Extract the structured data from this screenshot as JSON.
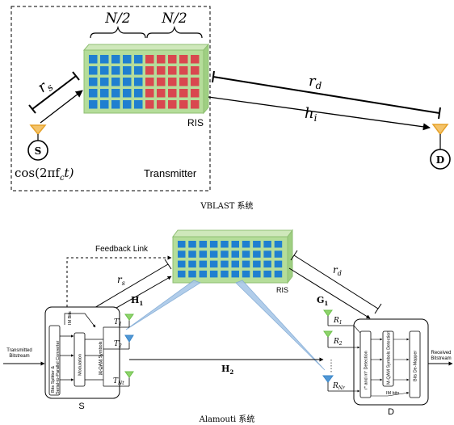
{
  "top_diagram": {
    "label_half_left": "N/2",
    "label_half_right": "N/2",
    "label_rs": "r",
    "label_rs_sub": "s",
    "label_rd": "r",
    "label_rd_sub": "d",
    "label_hi": "h",
    "label_hi_sub": "i",
    "label_ris": "RIS",
    "label_source": "S",
    "label_dest": "D",
    "label_carrier": "cos(2πf",
    "label_carrier_sub": "c",
    "label_carrier_end": "t)",
    "label_transmitter": "Transmitter",
    "caption": "VBLAST 系统"
  },
  "bottom_diagram": {
    "label_feedback": "Feedback Link",
    "label_rs": "r",
    "label_rs_sub": "s",
    "label_rd": "r",
    "label_rd_sub": "d",
    "label_H1": "H",
    "label_H1_sub": "1",
    "label_G1": "G",
    "label_G1_sub": "1",
    "label_H2": "H",
    "label_H2_sub": "2",
    "label_ris": "RIS",
    "label_im_bits_tx": "IM Bits",
    "label_bits_splitter": "Bits Splitter &",
    "label_s2p": "Serial-to-Parallel Converter",
    "label_modulation": "Modulation",
    "label_mqam_tx": "M-QAM Symbols",
    "label_T1": "T",
    "label_T1_sub": "1",
    "label_T2": "T",
    "label_T2_sub": "2",
    "label_TNt": "T",
    "label_TNt_sub": "Nt",
    "label_R1": "R",
    "label_R1_sub": "1",
    "label_R2": "R",
    "label_R2_sub": "2",
    "label_RNr": "R",
    "label_RNr_sub": "Nr",
    "label_detection": "r* and m* Detection",
    "label_mqam_rx": "M-QAM Symbols Detection",
    "label_demapper": "Bits De-Mapper",
    "label_im_bits_rx": "IM bits",
    "label_tx_bitstream_1": "Transmitted",
    "label_tx_bitstream_2": "Bitstream",
    "label_rx_bitstream_1": "Received",
    "label_rx_bitstream_2": "Bitstream",
    "label_S": "S",
    "label_D": "D",
    "caption": "Alamouti 系统"
  },
  "colors": {
    "ris_panel": "#b5dd9a",
    "ris_edge": "#8fbf73",
    "element_blue": "#1f7fd0",
    "element_red": "#d9474f",
    "antenna_orange": "#e6a229",
    "antenna_green": "#6bc04a",
    "antenna_blue": "#3b86c7",
    "beam": "#a9c8e8"
  }
}
